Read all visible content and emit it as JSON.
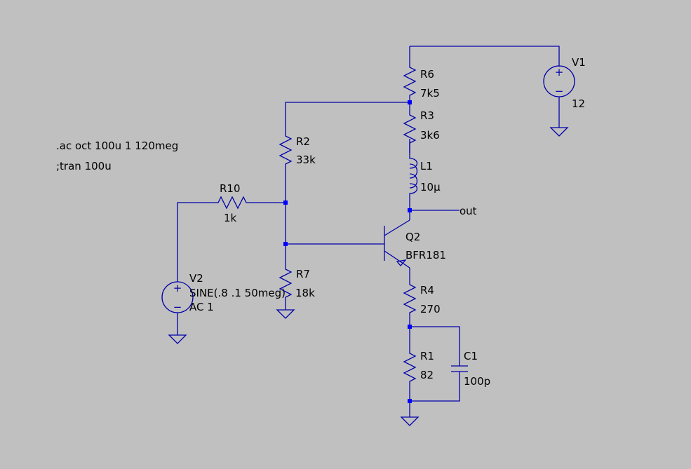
{
  "directives": {
    "ac": ".ac oct 100u 1 120meg",
    "tran": ";tran 100u"
  },
  "components": {
    "R6": {
      "name": "R6",
      "value": "7k5"
    },
    "R3": {
      "name": "R3",
      "value": "3k6"
    },
    "L1": {
      "name": "L1",
      "value": "10µ"
    },
    "Q2": {
      "name": "Q2",
      "value": "BFR181"
    },
    "R4": {
      "name": "R4",
      "value": "270"
    },
    "R1": {
      "name": "R1",
      "value": "82"
    },
    "C1": {
      "name": "C1",
      "value": "100p"
    },
    "R2": {
      "name": "R2",
      "value": "33k"
    },
    "R7": {
      "name": "R7",
      "value": "18k"
    },
    "R10": {
      "name": "R10",
      "value": "1k"
    },
    "V1": {
      "name": "V1",
      "value": "12"
    },
    "V2": {
      "name": "V2",
      "value": "SINE(.8 .1 50meg)",
      "value2": "AC 1"
    }
  },
  "nets": {
    "out": "out"
  },
  "colors": {
    "background": "#c0c0c0",
    "wire": "#0000aa",
    "junction": "#0000ff",
    "text": "#000000"
  }
}
